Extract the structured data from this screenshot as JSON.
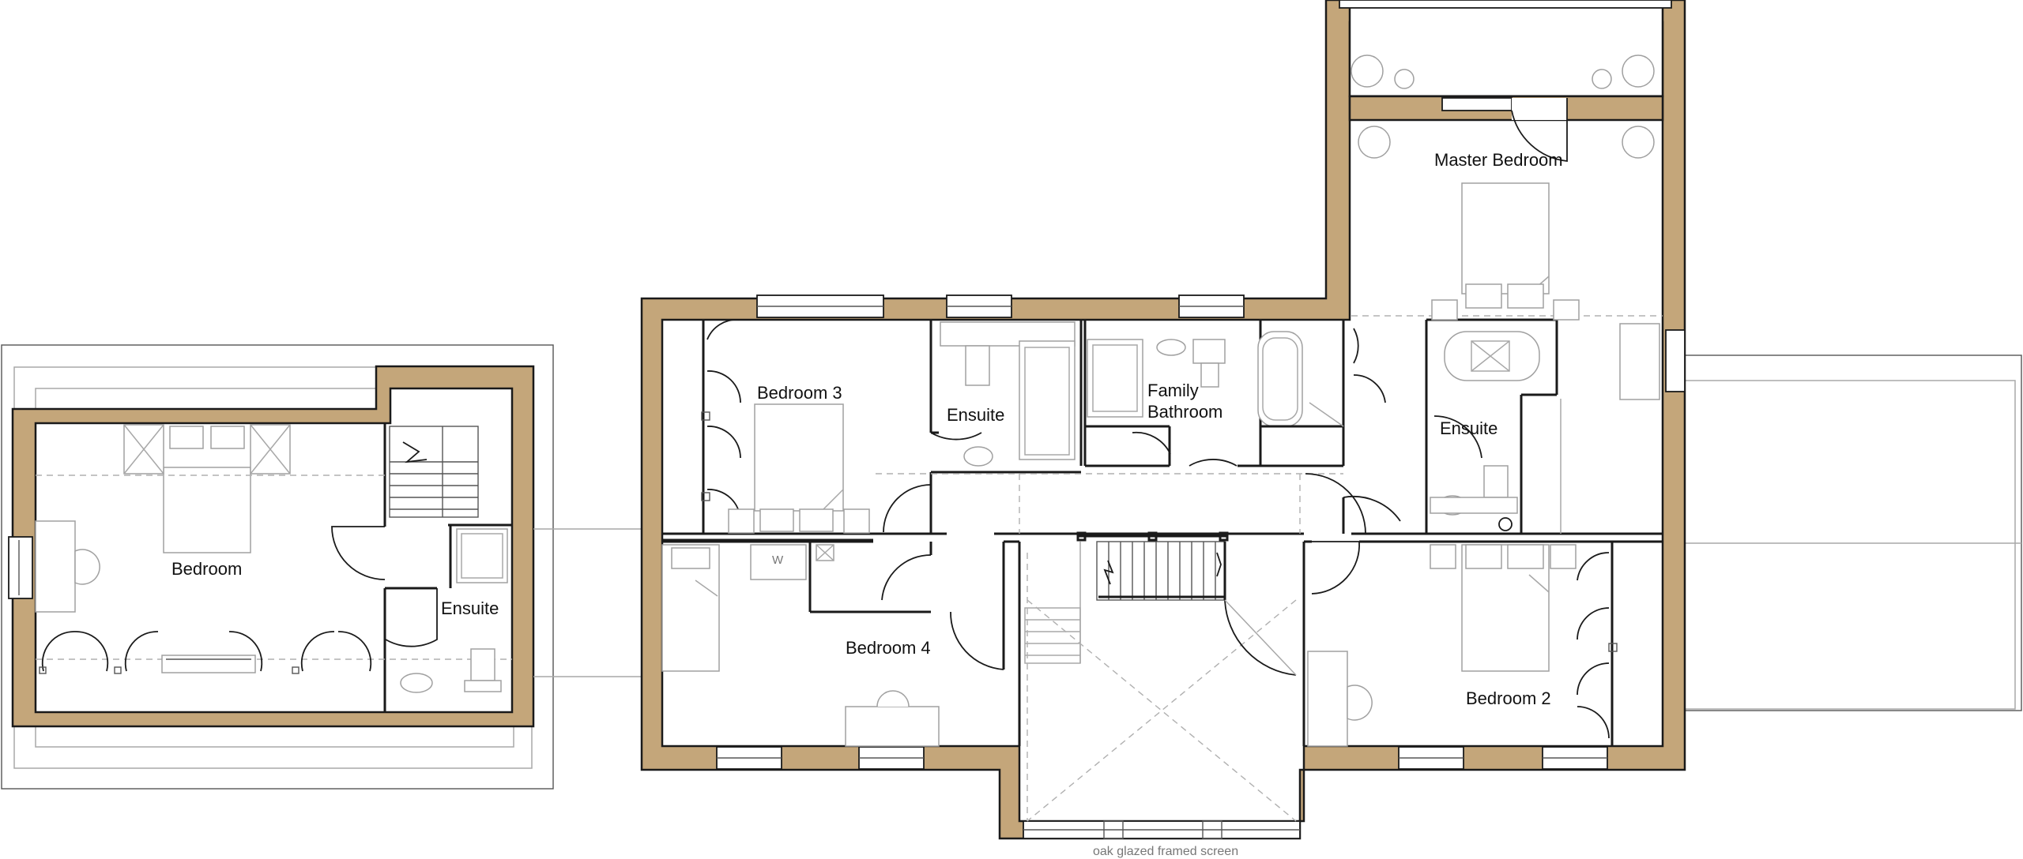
{
  "plan": {
    "rooms": {
      "annex_bedroom": "Bedroom",
      "annex_ensuite": "Ensuite",
      "bedroom3": "Bedroom 3",
      "ensuite_b3": "Ensuite",
      "family_bathroom_line1": "Family",
      "family_bathroom_line2": "Bathroom",
      "master_bedroom": "Master Bedroom",
      "master_ensuite": "Ensuite",
      "bedroom4": "Bedroom 4",
      "bedroom2": "Bedroom 2"
    },
    "wardrobe_mark": "W",
    "screen_caption": "oak glazed framed screen"
  },
  "colors": {
    "wall_fill": "#c4a67a",
    "wall_line": "#1a1a1a",
    "furniture_line": "#a0a0a0"
  }
}
